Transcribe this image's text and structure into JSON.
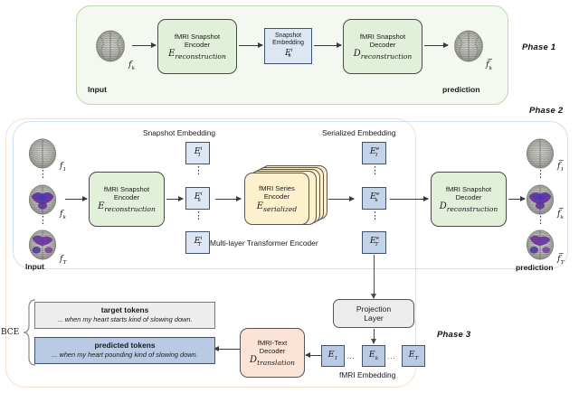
{
  "figure": {
    "title": "fMRI three-phase encoder-decoder training pipeline",
    "colors": {
      "phase1_fill": "#f3f9f0",
      "phase1_border": "#bcd9b0",
      "phase2_border": "#cfe0f2",
      "phase3_border": "#fbdcc6",
      "encoder_green": "#e2efd9",
      "embedding_blue": "#dce7f3",
      "embedding_blue_dark": "#c3d4e8",
      "series_encoder_yellow": "#fcf0cd",
      "text_decoder_peach": "#fbe3d6",
      "target_tokens_grey": "#ededed",
      "predicted_tokens_blue": "#b9cbe4",
      "arrow": "#3a3a3a"
    }
  },
  "phase1": {
    "label": "Phase 1",
    "input_label": "Input",
    "input_symbol": "f",
    "input_subscript": "k",
    "encoder": {
      "line1": "fMRI Snapshot",
      "line2": "Encoder",
      "symbol": "E",
      "symbol_sub": "reconstruction"
    },
    "embedding": {
      "line1": "Snapshot",
      "line2": "Embedding",
      "symbol": "E",
      "sub": "k",
      "sup": "i"
    },
    "decoder": {
      "line1": "fMRI Snapshot",
      "line2": "Decoder",
      "symbol": "D",
      "symbol_sub": "reconstruction"
    },
    "output_label": "prediction",
    "output_symbol": "f",
    "output_subscript": "k"
  },
  "phase2": {
    "label": "Phase 2",
    "input_label": "Input",
    "inputs": [
      {
        "symbol": "f",
        "sub": "1",
        "kind": "grey-brain"
      },
      {
        "symbol": "f",
        "sub": "k",
        "kind": "active-brain"
      },
      {
        "symbol": "f",
        "sub": "T",
        "kind": "active-brain"
      }
    ],
    "encoder": {
      "line1": "fMRI Snapshot",
      "line2": "Encoder",
      "symbol": "E",
      "symbol_sub": "reconstruction"
    },
    "snapshot_embedding_title": "Snapshot Embedding",
    "snapshot_embeddings": [
      {
        "symbol": "E",
        "sub": "1",
        "sup": "i"
      },
      {
        "symbol": "E",
        "sub": "k",
        "sup": "i"
      },
      {
        "symbol": "E",
        "sub": "T",
        "sup": "i"
      }
    ],
    "series_encoder": {
      "line1": "fMRI Series",
      "line2": "Encoder",
      "symbol": "E",
      "symbol_sub": "serialized",
      "caption": "Multi-layer Transformer Encoder"
    },
    "serialized_embedding_title": "Serialized Embedding",
    "serialized_embeddings": [
      {
        "symbol": "E",
        "sub": "1",
        "sup": "e"
      },
      {
        "symbol": "E",
        "sub": "k",
        "sup": "e"
      },
      {
        "symbol": "E",
        "sub": "T",
        "sup": "e"
      }
    ],
    "decoder": {
      "line1": "fMRI Snapshot",
      "line2": "Decoder",
      "symbol": "D",
      "symbol_sub": "reconstruction"
    },
    "prediction_label": "prediction",
    "predictions": [
      {
        "symbol": "f",
        "sub": "1",
        "kind": "grey-brain"
      },
      {
        "symbol": "f",
        "sub": "k",
        "kind": "active-brain"
      },
      {
        "symbol": "f",
        "sub": "T",
        "kind": "active-brain"
      }
    ]
  },
  "phase3": {
    "label": "Phase 3",
    "projection_layer": {
      "line1": "Projection",
      "line2": "Layer"
    },
    "fmri_embedding_title": "fMRI Embedding",
    "fmri_embeddings": [
      {
        "symbol": "E",
        "sub": "1"
      },
      {
        "symbol": "E",
        "sub": "k"
      },
      {
        "symbol": "E",
        "sub": "T"
      }
    ],
    "embedding_ellipsis": "...",
    "text_decoder": {
      "line1": "fMRI-Text",
      "line2": "Decoder",
      "symbol": "D",
      "symbol_sub": "translation"
    },
    "loss_label": "BCE",
    "target_tokens": {
      "title": "target tokens",
      "text": "... when my heart starts kind of slowing down."
    },
    "predicted_tokens": {
      "title": "predicted tokens",
      "text": "... when my heart pounding kind of slowing down."
    }
  }
}
